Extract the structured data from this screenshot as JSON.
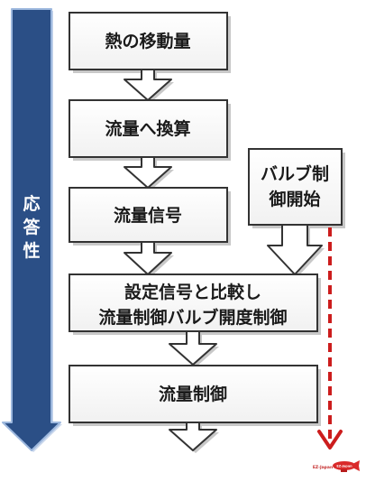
{
  "diagram": {
    "steps": [
      "熱の移動量",
      "流量へ換算",
      "流量信号",
      "設定信号と比較し",
      "流量制御バルブ開度制御",
      "流量制御"
    ],
    "valve_start": [
      "バルブ制",
      "御開始"
    ],
    "response_label": [
      "応",
      "答",
      "性"
    ],
    "logo": {
      "name": "EZ-Japan",
      "blimp_text": "EZ-Japan"
    },
    "colors": {
      "blue_arrow": "#2b4f86",
      "blue_arrow_edge": "#9db8de",
      "red_dash": "#cc1d1d",
      "box_border": "#333333",
      "shadow": "#c8c8c8"
    }
  }
}
